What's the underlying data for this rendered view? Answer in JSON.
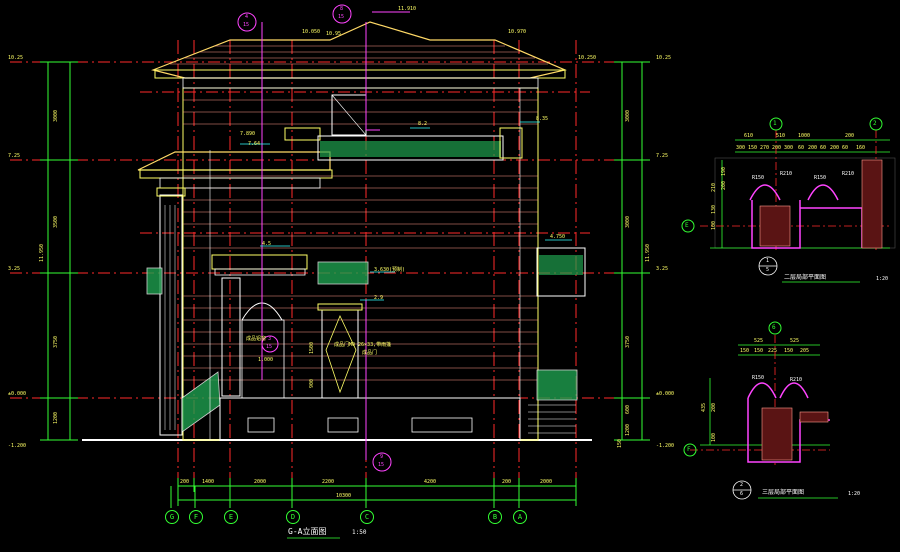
{
  "title": {
    "text": "G-A立面图",
    "scale": "1:50"
  },
  "levels_left": [
    "10.25",
    "7.25",
    "3.25",
    "±0.000",
    "-1.200"
  ],
  "levels_right": [
    "10.25",
    "7.25",
    "3.25",
    "±0.000",
    "-1.200"
  ],
  "level_labels_mid": {
    "roof_top": "11.910",
    "ridge_left": "10.050",
    "ridge_left2": "10.95",
    "ridge_right": "10.970",
    "eave_right": "10.250",
    "floor3": "8.2",
    "balc": "8.35",
    "l2": "7.890",
    "l2b": "7.64",
    "l3": "4.5",
    "l4": "4.750",
    "l5": "3.630",
    "l5note": "3.630(预制)",
    "l6": "2.9",
    "floor0": "1.000",
    "l7": "2.9"
  },
  "dims_left_vertical": [
    "3000",
    "3500",
    "3750",
    "1200"
  ],
  "dims_right_vertical": [
    "3000",
    "3000",
    "3750",
    "600",
    "1200",
    "150"
  ],
  "dim_total_left": "11.950",
  "dim_total_right": "11.950",
  "dims_bottom": [
    "200",
    "1400",
    "2000",
    "2200",
    "4200",
    "200",
    "2000"
  ],
  "dim_bottom_total": "10300",
  "axes_bottom": [
    "G",
    "F",
    "E",
    "D",
    "C",
    "B",
    "A"
  ],
  "callouts": [
    {
      "top": "4",
      "bottom": "15"
    },
    {
      "top": "8",
      "bottom": "15"
    },
    {
      "top": "3",
      "bottom": "15"
    },
    {
      "top": "9",
      "bottom": "15"
    }
  ],
  "notes": {
    "door_note": "成品门M0 26×33,带雨篷",
    "door_note2": "成品门",
    "window_note": "成品铝窗",
    "d1": "1500",
    "d2": "900"
  },
  "detail1": {
    "axis_left": "1",
    "axis_right": "2",
    "axis_side": "E",
    "dims_top": [
      "610",
      "510",
      "1000",
      "200"
    ],
    "dims_top2": [
      "300",
      "150",
      "270",
      "200",
      "300",
      "60",
      "200",
      "60",
      "200",
      "60",
      "160"
    ],
    "dims_left": [
      "210",
      "100",
      "130",
      "200",
      "190"
    ],
    "radius": [
      "R150",
      "R210",
      "R150",
      "R210"
    ],
    "label": "二层局部平面图",
    "scale": "1:20",
    "index_top": "1",
    "index_bottom": "5"
  },
  "detail2": {
    "axis_top": "6",
    "axis_side": "F",
    "dims_top": [
      "525",
      "525"
    ],
    "dims_top2": [
      "150",
      "150",
      "225",
      "150",
      "205"
    ],
    "dims_left": [
      "435",
      "200",
      "100"
    ],
    "radius": [
      "R150",
      "R210"
    ],
    "label": "三层局部平面图",
    "scale": "1:20",
    "index_top": "2",
    "index_bottom": "6"
  },
  "colors": {
    "bg": "#000000",
    "outline": "#ffffff",
    "yellow": "#ffff66",
    "red": "#ff2a2a",
    "green": "#33ff33",
    "magenta": "#ff44ff",
    "cyan": "#33ffff",
    "salmon": "#ff9a8a",
    "gold": "#ffd966",
    "orange": "#ffb366",
    "rail": "#1f9f4f"
  }
}
